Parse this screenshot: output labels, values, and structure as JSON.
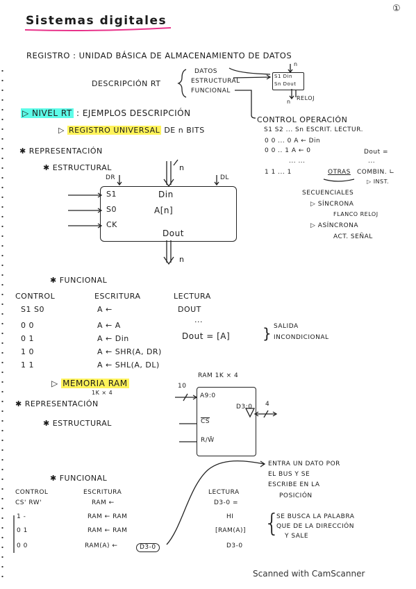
{
  "page_number": "①",
  "title": "Sistemas digitales",
  "registro_def": "REGISTRO : UNIDAD BÁSICA DE ALMACENAMIENTO DE DATOS",
  "descripcion_rt": "DESCRIPCIÓN RT",
  "desc_items": [
    "DATOS",
    "ESTRUCTURAL",
    "FUNCIONAL"
  ],
  "mini_box": {
    "n": "n",
    "row1": "S1 Din",
    "row2": "Sn Dout",
    "n_bottom": "n",
    "reloj": "RELOJ"
  },
  "nivel_rt_label": "▷ NIVEL RT",
  "nivel_rt_rest": ": EJEMPLOS DESCRIPCIÓN",
  "control_operacion": "CONTROL OPERACIÓN",
  "ctrl_head": "S1 S2 ... Sn ESCRIT. LECTUR.",
  "ctrl_rows": [
    "0 0 ... 0 A ← Din",
    "0 0 .. 1 A ← 0",
    "... ...",
    "1 1 ... 1"
  ],
  "dout_eq": "Dout =",
  "dout_dots": "...",
  "otras_label": "OTRAS",
  "combin_label": "COMBIN. ∟",
  "inst_label": "▷ INST.",
  "secuenciales": "SECUENCIALES",
  "sincrona": "▷ SÍNCRONA",
  "flanco_reloj": "FLANCO RELOJ",
  "asincrona": "▷ ASÍNCRONA",
  "act_senal": "ACT. SEÑAL",
  "registro_universal_prefix": "▷",
  "registro_universal": "REGISTRO UNIVERSAL",
  "registro_universal_rest": "DE n BITS",
  "representacion": "✱ REPRESENTACIÓN",
  "estructural": "✱ ESTRUCTURAL",
  "reg_diagram": {
    "n_top": "n",
    "dr": "DR",
    "dl": "DL",
    "s1": "S1",
    "s0": "S0",
    "ck": "CK",
    "din": "Din",
    "a": "A[n]",
    "dout": "Dout",
    "n_bottom": "n"
  },
  "funcional": "✱ FUNCIONAL",
  "func_head": {
    "control": "CONTROL",
    "escritura": "ESCRITURA",
    "lectura": "LECTURA"
  },
  "func_sub": {
    "control": "S1 S0",
    "escritura": "A ←",
    "lectura": "DOUT"
  },
  "func_rows": [
    {
      "c": "0 0",
      "e": "A ← A"
    },
    {
      "c": "0 1",
      "e": "A ← Din"
    },
    {
      "c": "1 0",
      "e": "A ← SHR(A, DR)"
    },
    {
      "c": "1 1",
      "e": "A ← SHL(A, DL)"
    }
  ],
  "lect_dots": "...",
  "dout_a": "Dout = [A]",
  "salida": "SALIDA",
  "incondicional": "INCONDICIONAL",
  "memoria_prefix": "▷",
  "memoria_ram": "MEMORIA RAM",
  "memoria_sub": "1K × 4",
  "ram_title": "RAM 1K × 4",
  "representacion2": "✱ REPRESENTACIÓN",
  "estructural2": "✱ ESTRUCTURAL",
  "ram_diagram": {
    "ten": "10",
    "a": "A9:0",
    "d": "D3:0",
    "four": "4",
    "cs": "CS",
    "rw": "R/W̄"
  },
  "note_entra": [
    "ENTRA UN DATO POR",
    "EL BUS Y SE",
    "ESCRIBE EN LA",
    "POSICIÓN"
  ],
  "funcional2": "✱ FUNCIONAL",
  "ram_head": {
    "control": "CONTROL",
    "cs_rw": "CS' RW'",
    "escritura": "ESCRITURA",
    "esc_sub": "RAM ←",
    "lectura": "LECTURA",
    "lect_sub": "D3-0 ="
  },
  "ram_rows": [
    {
      "c": "1   -",
      "e": "RAM ← RAM",
      "l": "HI"
    },
    {
      "c": "0   1",
      "e": "RAM ← RAM",
      "l": "[RAM(A)]"
    },
    {
      "c": "0   0",
      "e": "RAM(A) ← ",
      "e2": "D3-0",
      "l": "D3-0"
    }
  ],
  "note_busca": [
    "SE BUSCA LA PALABRA",
    "QUE DE LA DIRECCIÓN",
    "Y SALE"
  ],
  "scanner": "Scanned with CamScanner",
  "colors": {
    "yellow": "#fff35a",
    "cyan": "#5dfce8",
    "title_underline": "#e8338a",
    "ink": "#1a1a1a"
  }
}
